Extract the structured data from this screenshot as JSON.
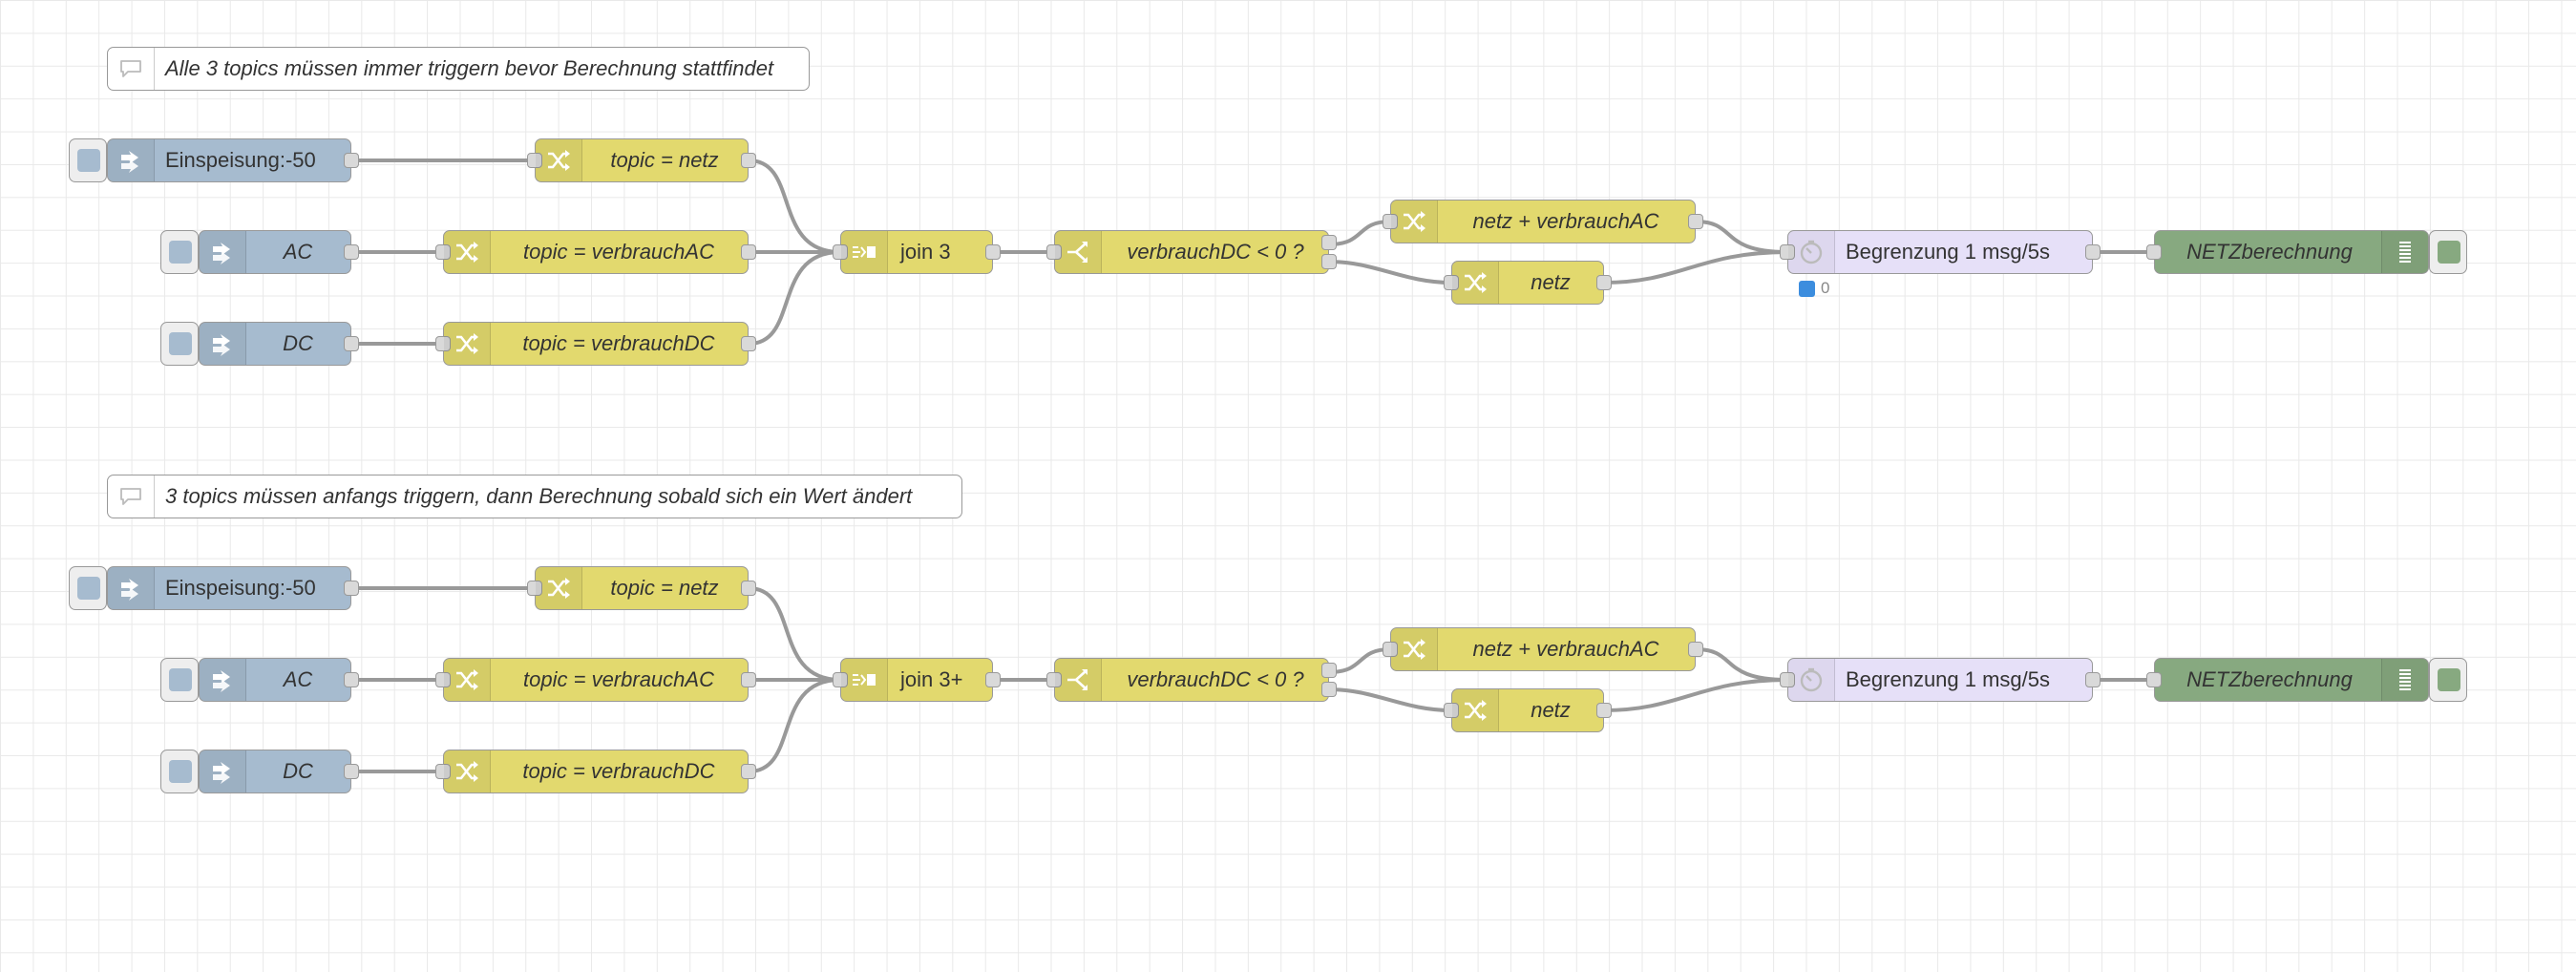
{
  "flow1": {
    "comment": "Alle 3 topics müssen immer triggern bevor Berechnung stattfindet",
    "inject_einspeisung": "Einspeisung:-50",
    "inject_ac": "AC",
    "inject_dc": "DC",
    "change_netz": "topic = netz",
    "change_ac": "topic = verbrauchAC",
    "change_dc": "topic = verbrauchDC",
    "join": "join 3",
    "switch": "verbrauchDC < 0 ?",
    "change_sum": "netz + verbrauchAC",
    "change_netz2": "netz",
    "delay": "Begrenzung 1 msg/5s",
    "delay_status": "0",
    "debug": "NETZberechnung"
  },
  "flow2": {
    "comment": "3 topics müssen anfangs triggern, dann Berechnung sobald sich ein Wert ändert",
    "inject_einspeisung": "Einspeisung:-50",
    "inject_ac": "AC",
    "inject_dc": "DC",
    "change_netz": "topic = netz",
    "change_ac": "topic = verbrauchAC",
    "change_dc": "topic = verbrauchDC",
    "join": "join 3+",
    "switch": "verbrauchDC < 0 ?",
    "change_sum": "netz + verbrauchAC",
    "change_netz2": "netz",
    "delay": "Begrenzung 1 msg/5s",
    "debug": "NETZberechnung"
  },
  "colors": {
    "inject": "#a6bbcf",
    "function": "#e2d96e",
    "delay": "#e6e0f8",
    "debug": "#87a980",
    "wire": "#999999",
    "status_dot": "#3c8dde"
  },
  "icons": {
    "inject": "inject-arrow-icon",
    "change": "shuffle-icon",
    "join": "join-icon",
    "switch": "switch-icon",
    "delay": "timer-icon",
    "debug": "debug-list-icon",
    "comment": "comment-bubble-icon"
  }
}
